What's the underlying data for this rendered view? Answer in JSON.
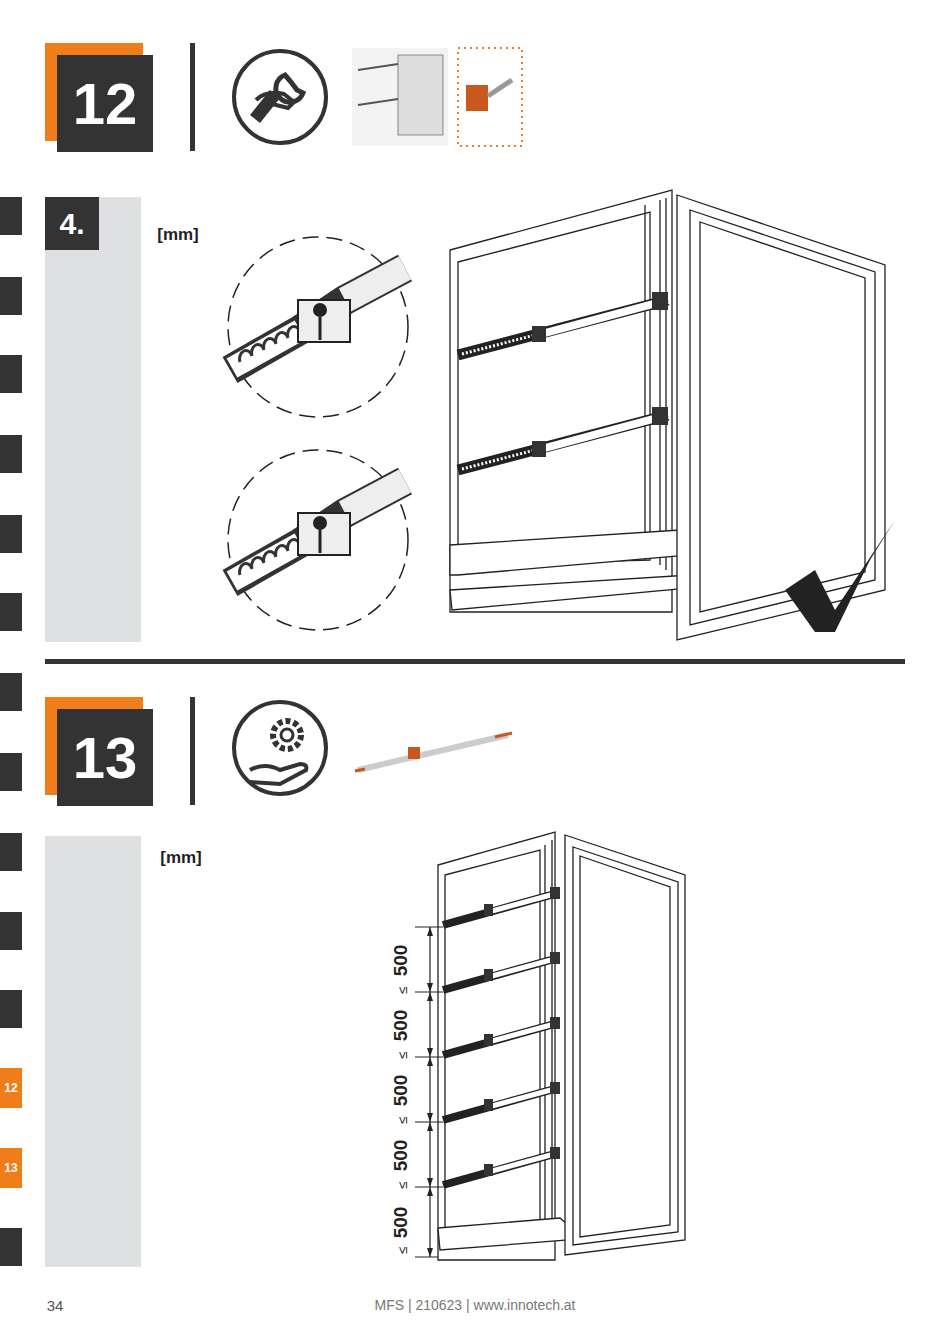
{
  "diagram": {
    "nodes": [
      {
        "text": [
          "12"
        ]
      },
      {
        "text": [
          "4."
        ]
      },
      {
        "text": [
          "13"
        ]
      },
      {
        "text": [
          "12"
        ]
      },
      {
        "text": [
          "13"
        ]
      }
    ],
    "labels": [
      "[mm]",
      "[mm]",
      "500",
      "≤",
      "500",
      "≤",
      "500",
      "≤",
      "500",
      "≤",
      "500",
      "≤",
      "34",
      "MFS | 210623 | www.innotech.at"
    ]
  }
}
